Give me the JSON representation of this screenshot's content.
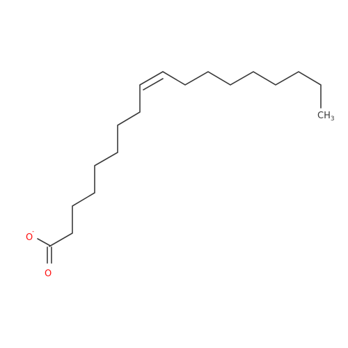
{
  "molecule": {
    "atoms": {
      "carbonyl_oxygen": "O",
      "anion_oxygen": "O",
      "anion_charge": "-",
      "methyl_main": "CH",
      "methyl_sub": "3"
    },
    "colors": {
      "bond": "#3a3a3a",
      "oxygen": "#ff0d0d",
      "carbon_label": "#3a3a3a"
    }
  }
}
